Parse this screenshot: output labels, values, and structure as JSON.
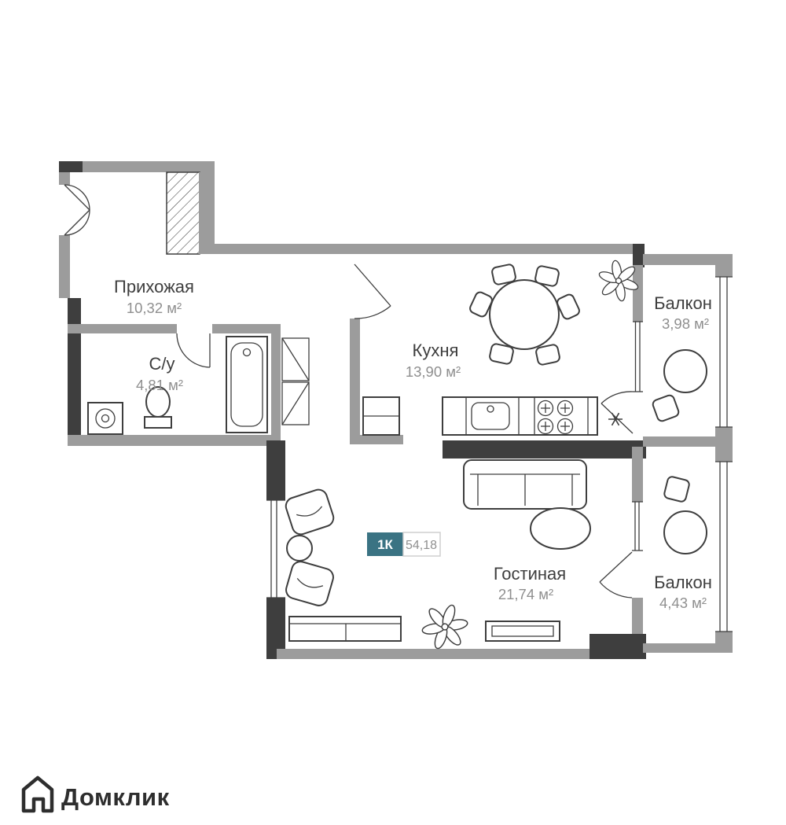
{
  "plan": {
    "type_badge": "1К",
    "total_area": "54,18",
    "rooms": [
      {
        "name": "Прихожая",
        "area": "10,32 м²"
      },
      {
        "name": "С/у",
        "area": "4,81 м²"
      },
      {
        "name": "Кухня",
        "area": "13,90 м²"
      },
      {
        "name": "Балкон",
        "area": "3,98 м²"
      },
      {
        "name": "Гостиная",
        "area": "21,74 м²"
      },
      {
        "name": "Балкон",
        "area": "4,43 м²"
      }
    ]
  },
  "branding": {
    "logo_text": "Домклик"
  },
  "icons": {
    "plant_icon": "flower-outline",
    "snowflake_icon": "asterisk-mark",
    "logo_icon": "house-outline"
  },
  "colors": {
    "wall": "#9c9c9c",
    "wall_dark": "#3e3e3e",
    "badge_background": "#3a7383",
    "badge_border": "#cfcfcf",
    "room_name_text": "#3e3e3e",
    "area_text": "#8f8f8f",
    "logo_text": "#2e2e2e",
    "background": "#ffffff"
  }
}
